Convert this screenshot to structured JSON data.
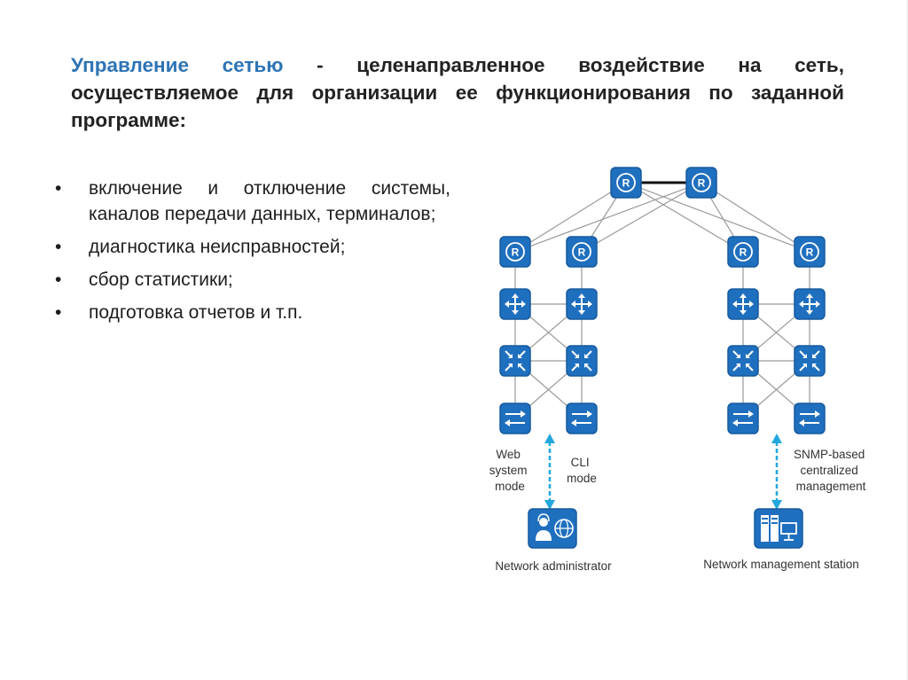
{
  "title": {
    "highlight": "Управление сетью",
    "rest": " - целенаправленное воздействие на сеть, осуществляемое для организации ее функционирования по заданной программе:"
  },
  "bullets": [
    {
      "marker": "•",
      "text": "включение и отключение системы, каналов передачи данных, терминалов;"
    },
    {
      "marker": "•",
      "text": "диагностика неисправностей;"
    },
    {
      "marker": "•",
      "text": "сбор статистики;"
    },
    {
      "marker": "•",
      "text": "подготовка отчетов и т.п."
    }
  ],
  "diagram": {
    "left_labels": {
      "web_line1": "Web",
      "web_line2": "system",
      "web_line3": "mode",
      "cli_line1": "CLI",
      "cli_line2": "mode"
    },
    "right_labels": {
      "snmp_line1": "SNMP-based",
      "snmp_line2": "centralized",
      "snmp_line3": "management"
    },
    "admin_label": "Network administrator",
    "nms_label": "Network management station",
    "colors": {
      "device": "#1f6fbf",
      "device_border": "#165a9e",
      "link": "#9a9a9a",
      "core_link": "#111111",
      "arrow": "#22a7dc"
    },
    "icons": {
      "router": "router-icon",
      "l3_switch": "layer3-switch-icon",
      "aggregation": "aggregation-switch-icon",
      "access": "access-switch-icon",
      "admin": "administrator-icon",
      "nms": "management-station-icon"
    }
  }
}
